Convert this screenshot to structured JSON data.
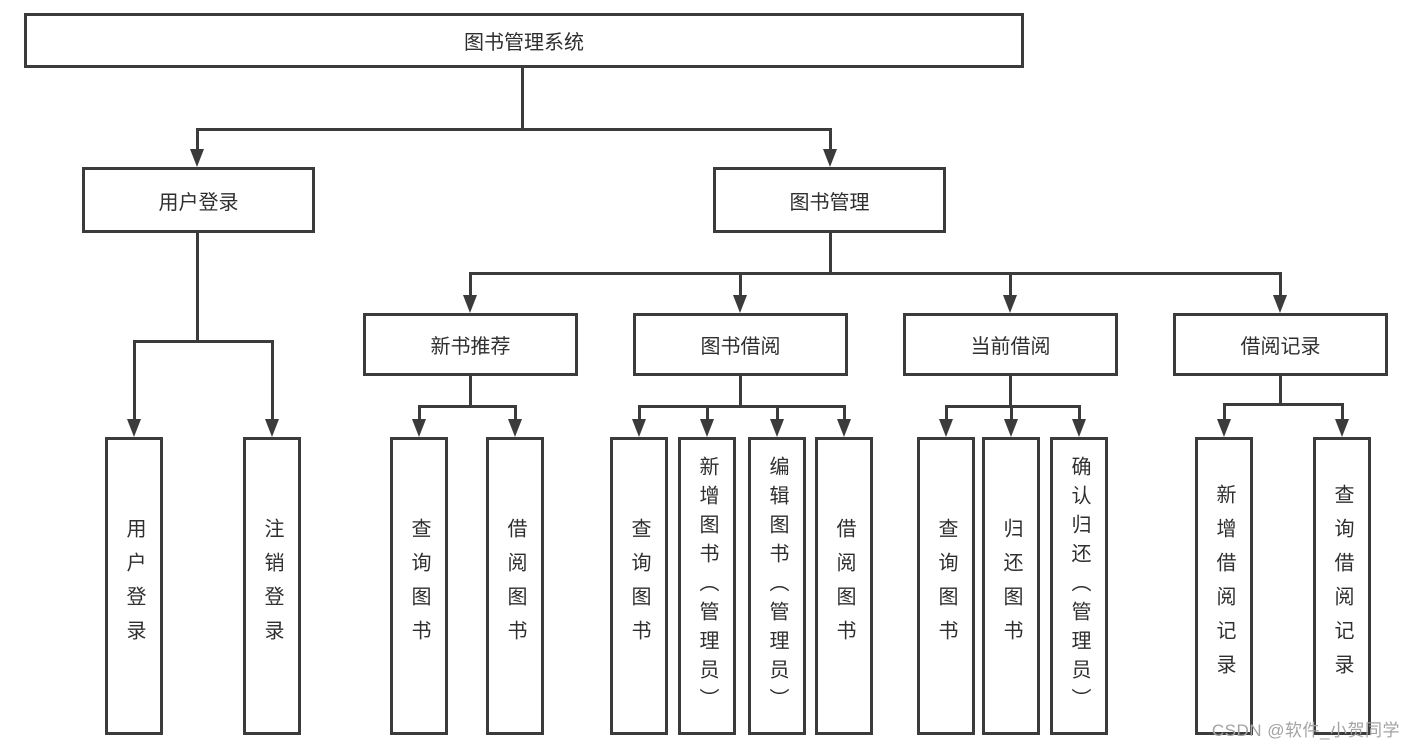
{
  "root": "图书管理系统",
  "branches": {
    "user_login": {
      "label": "用户登录",
      "children": [
        "用户登录",
        "注销登录"
      ]
    },
    "book_mgmt": {
      "label": "图书管理"
    }
  },
  "sections": [
    {
      "label": "新书推荐",
      "children": [
        "查询图书",
        "借阅图书"
      ]
    },
    {
      "label": "图书借阅",
      "children": [
        "查询图书",
        "新增图书（管理员）",
        "编辑图书（管理员）",
        "借阅图书"
      ]
    },
    {
      "label": "当前借阅",
      "children": [
        "查询图书",
        "归还图书",
        "确认归还（管理员）"
      ]
    },
    {
      "label": "借阅记录",
      "children": [
        "新增借阅记录",
        "查询借阅记录"
      ]
    }
  ],
  "watermark": "CSDN @软件_小贺同学",
  "colors": {
    "line": "#3b3b3b",
    "text": "#2f2f2f",
    "watermark": "#a3a3a3",
    "background": "#ffffff"
  }
}
